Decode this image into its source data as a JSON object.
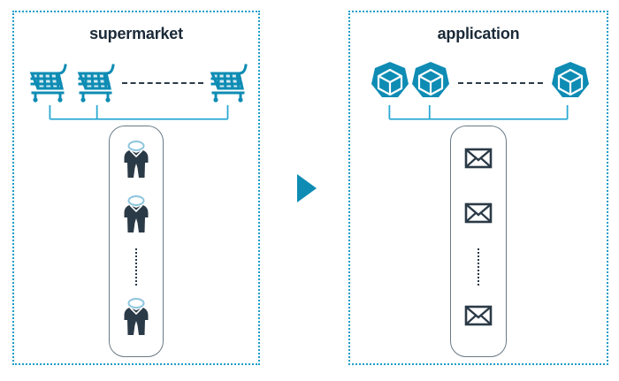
{
  "diagram": {
    "title": "",
    "colors": {
      "accent_teal": "#1c9dc8",
      "icon_teal": "#0e8cb4",
      "dark_navy": "#2b3a47",
      "text_navy": "#1b2a38",
      "box_outline": "#6b7a85",
      "connector_blue": "#2aa8d4",
      "background": "#ffffff"
    },
    "panels": [
      {
        "id": "supermarket",
        "title": "supermarket",
        "node_icon_name": "shopping-cart-icon",
        "node_count_label": "",
        "nodes": [
          {
            "label": "",
            "icon": "shopping-cart-icon"
          },
          {
            "label": "",
            "icon": "shopping-cart-icon"
          },
          {
            "label": "",
            "icon": "shopping-cart-icon"
          }
        ],
        "ellipsis": "dashed",
        "queue": {
          "name": "customer-queue",
          "item_icon": "person-icon",
          "items": [
            {
              "icon": "person-icon"
            },
            {
              "icon": "person-icon"
            },
            {
              "icon": "person-icon"
            }
          ],
          "ellipsis": "dotted"
        }
      },
      {
        "id": "application",
        "title": "application",
        "node_icon_name": "pod-cube-icon",
        "node_count_label": "",
        "nodes": [
          {
            "label": "",
            "icon": "pod-cube-icon"
          },
          {
            "label": "",
            "icon": "pod-cube-icon"
          },
          {
            "label": "",
            "icon": "pod-cube-icon"
          }
        ],
        "ellipsis": "dashed",
        "queue": {
          "name": "message-queue",
          "item_icon": "envelope-icon",
          "items": [
            {
              "icon": "envelope-icon"
            },
            {
              "icon": "envelope-icon"
            },
            {
              "icon": "envelope-icon"
            }
          ],
          "ellipsis": "dotted"
        }
      }
    ],
    "center_arrow": {
      "name": "analogy-arrow",
      "direction": "right",
      "label": ""
    }
  }
}
